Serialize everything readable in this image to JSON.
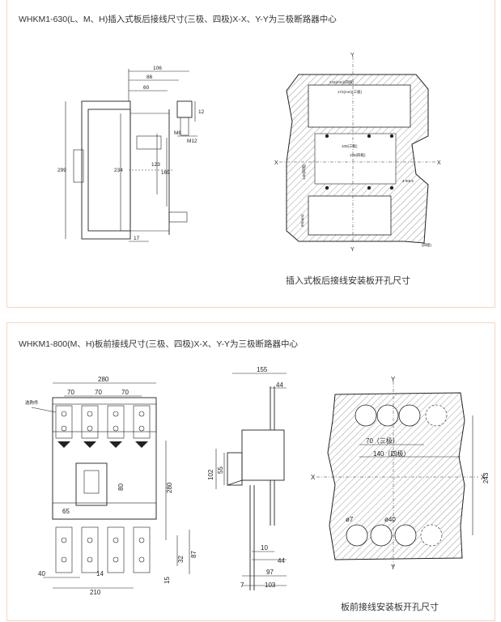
{
  "section1": {
    "title": "WHKM1-630(L、M、H)插入式板后接线尺寸(三极、四极)X-X、Y-Y为三极断路器中心",
    "side_view_dims": [
      "106",
      "86",
      "60",
      "12",
      "M8",
      "M12",
      "299",
      "234",
      "123",
      "169",
      "17"
    ],
    "cutout": {
      "axis_labels": [
        "Y",
        "Y",
        "X",
        "X"
      ],
      "dims": [
        "242(mm)(四极)",
        "172(mm)(三极)",
        "100(三极)",
        "158(四极)",
        "4-Φ8.5",
        "140(四极)",
        "60(mm)",
        "(四极)"
      ]
    },
    "caption": "插入式板后接线安装板开孔尺寸"
  },
  "section2": {
    "title": "WHKM1-800(M、H)板前接线尺寸(三极、四极)X-X、Y-Y为三极断路器中心",
    "front_view": {
      "label_part": "选购件",
      "dims": [
        "280",
        "70",
        "70",
        "70",
        "80",
        "280",
        "65",
        "87",
        "32",
        "40",
        "14",
        "15",
        "210"
      ]
    },
    "side_view_dims": [
      "155",
      "44",
      "102",
      "55",
      "10",
      "44",
      "97",
      "7",
      "103"
    ],
    "cutout": {
      "axis_labels": [
        "Y",
        "Y",
        "X",
        "X"
      ],
      "dims": [
        "70（三极）",
        "140（四极）",
        "243",
        "ø7",
        "ø40"
      ]
    },
    "caption": "板前接线安装板开孔尺寸"
  }
}
